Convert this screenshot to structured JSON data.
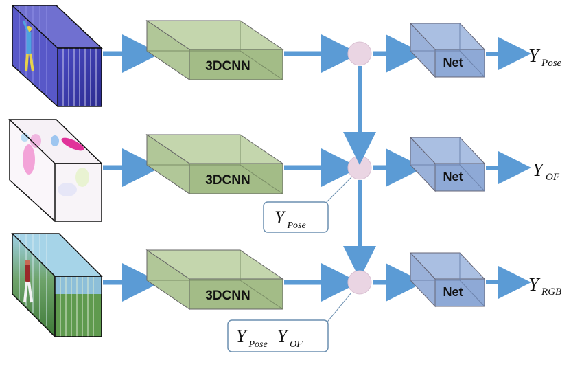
{
  "rows": [
    {
      "id": "pose",
      "input_name": "pose-frames",
      "cnn_label": "3DCNN",
      "net_label": "Net",
      "output": {
        "main": "Y",
        "sub": "Pose"
      }
    },
    {
      "id": "of",
      "input_name": "optical-flow-frames",
      "cnn_label": "3DCNN",
      "net_label": "Net",
      "output": {
        "main": "Y",
        "sub": "OF"
      }
    },
    {
      "id": "rgb",
      "input_name": "rgb-frames",
      "cnn_label": "3DCNN",
      "net_label": "Net",
      "output": {
        "main": "Y",
        "sub": "RGB"
      }
    }
  ],
  "callouts": [
    {
      "id": "callout-of",
      "terms": [
        {
          "main": "Y",
          "sub": "Pose"
        }
      ]
    },
    {
      "id": "callout-rgb",
      "terms": [
        {
          "main": "Y",
          "sub": "Pose"
        },
        {
          "main": "Y",
          "sub": "OF"
        }
      ]
    }
  ],
  "colors": {
    "arrow": "#5b9bd5",
    "cnn_block": "#a9c08e",
    "net_block": "#8ea9d6",
    "fusion_node": "#ead5e3",
    "callout_border": "#6b8fb0"
  }
}
